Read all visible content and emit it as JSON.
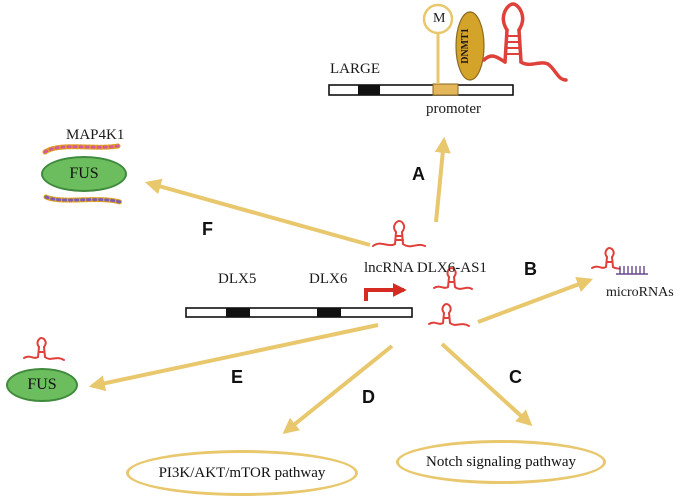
{
  "labels": {
    "large": "LARGE",
    "promoter": "promoter",
    "methyl": "M",
    "dnmt1": "DNMT1",
    "map4k1": "MAP4K1",
    "fus_top": "FUS",
    "fus_bottom": "FUS",
    "dlx5": "DLX5",
    "dlx6": "DLX6",
    "lncrna": "lncRNA DLX6-AS1",
    "micrornas": "microRNAs",
    "pi3k": "PI3K/AKT/mTOR pathway",
    "notch": "Notch signaling pathway"
  },
  "arrows": [
    "A",
    "B",
    "C",
    "D",
    "E",
    "F"
  ],
  "colors": {
    "arrow": "#e8c76d",
    "rna": "#e0403a",
    "gene_block": "#111111",
    "promoter_box": "#e3b75a",
    "fus_fill": "#6cbd5e",
    "dnmt1_fill": "#d4a32a",
    "transcription_arrow": "#d62b22",
    "microrna_comb": "#6a4a8c"
  }
}
